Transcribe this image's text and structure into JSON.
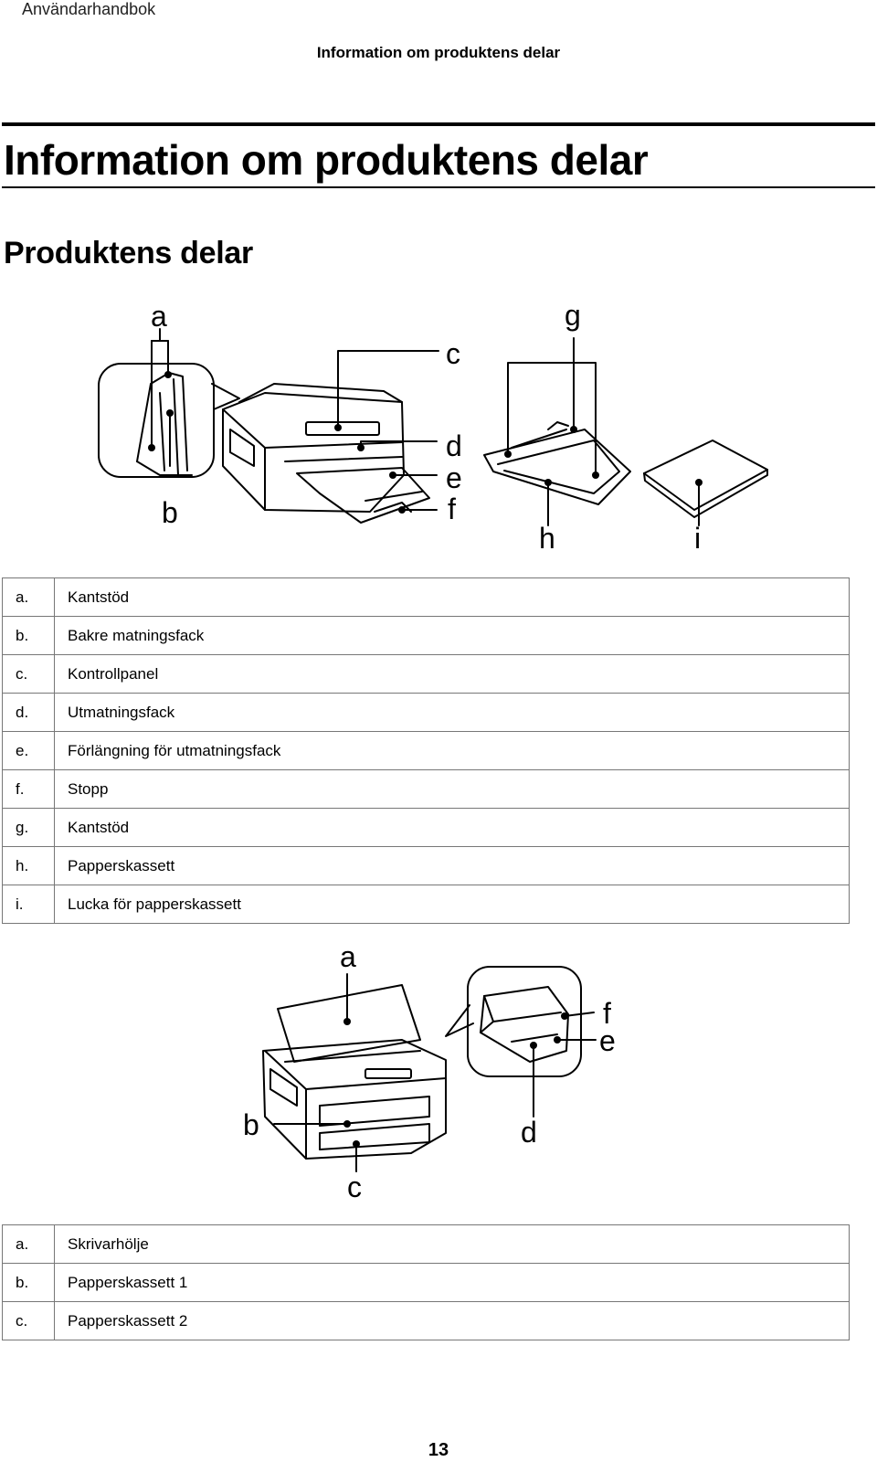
{
  "header": {
    "running_head": "Användarhandbok",
    "section": "Information om produktens delar"
  },
  "title": "Information om produktens delar",
  "subtitle": "Produktens delar",
  "figure1": {
    "labels": {
      "a": "a",
      "b": "b",
      "c": "c",
      "d": "d",
      "e": "e",
      "f": "f",
      "g": "g",
      "h": "h",
      "i": "i"
    }
  },
  "table1": [
    {
      "key": "a.",
      "value": "Kantstöd"
    },
    {
      "key": "b.",
      "value": "Bakre matningsfack"
    },
    {
      "key": "c.",
      "value": "Kontrollpanel"
    },
    {
      "key": "d.",
      "value": "Utmatningsfack"
    },
    {
      "key": "e.",
      "value": "Förlängning för utmatningsfack"
    },
    {
      "key": "f.",
      "value": "Stopp"
    },
    {
      "key": "g.",
      "value": "Kantstöd"
    },
    {
      "key": "h.",
      "value": "Papperskassett"
    },
    {
      "key": "i.",
      "value": "Lucka för papperskassett"
    }
  ],
  "figure2": {
    "labels": {
      "a": "a",
      "b": "b",
      "c": "c",
      "d": "d",
      "e": "e",
      "f": "f"
    }
  },
  "table2": [
    {
      "key": "a.",
      "value": "Skrivarhölje"
    },
    {
      "key": "b.",
      "value": "Papperskassett 1"
    },
    {
      "key": "c.",
      "value": "Papperskassett 2"
    }
  ],
  "page_number": "13"
}
